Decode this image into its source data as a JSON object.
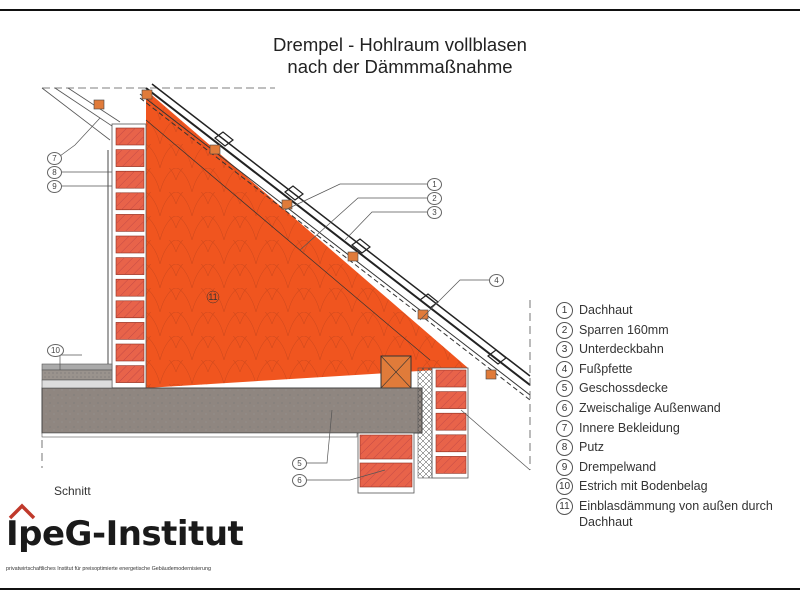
{
  "title": {
    "line1": "Drempel - Hohlraum vollblasen",
    "line2": "nach der Dämmmaßnahme"
  },
  "section_label": "Schnitt",
  "insulation_marker": "11",
  "callouts": [
    "1",
    "2",
    "3",
    "4",
    "5",
    "6",
    "7",
    "8",
    "9",
    "10"
  ],
  "legend": [
    {
      "num": "1",
      "text": "Dachhaut"
    },
    {
      "num": "2",
      "text": "Sparren 160mm"
    },
    {
      "num": "3",
      "text": "Unterdeckbahn"
    },
    {
      "num": "4",
      "text": "Fußpfette"
    },
    {
      "num": "5",
      "text": "Geschossdecke"
    },
    {
      "num": "6",
      "text": "Zweischalige Außenwand"
    },
    {
      "num": "7",
      "text": "Innere Bekleidung"
    },
    {
      "num": "8",
      "text": "Putz"
    },
    {
      "num": "9",
      "text": "Drempelwand"
    },
    {
      "num": "10",
      "text": "Estrich mit Bodenbelag"
    },
    {
      "num": "11",
      "text": "Einblasdämmung von außen durch Dachhaut"
    }
  ],
  "logo": {
    "name": "IpeG-Institut",
    "subtitle": "privatwirtschaftliches Institut für preisoptimierte energetische Gebäudemodernisierung"
  },
  "colors": {
    "insulation": "#f0551f",
    "brick": "#e8634a",
    "concrete": "#8f8680",
    "timber": "#e07b3a",
    "logo_accent": "#c0392b"
  }
}
